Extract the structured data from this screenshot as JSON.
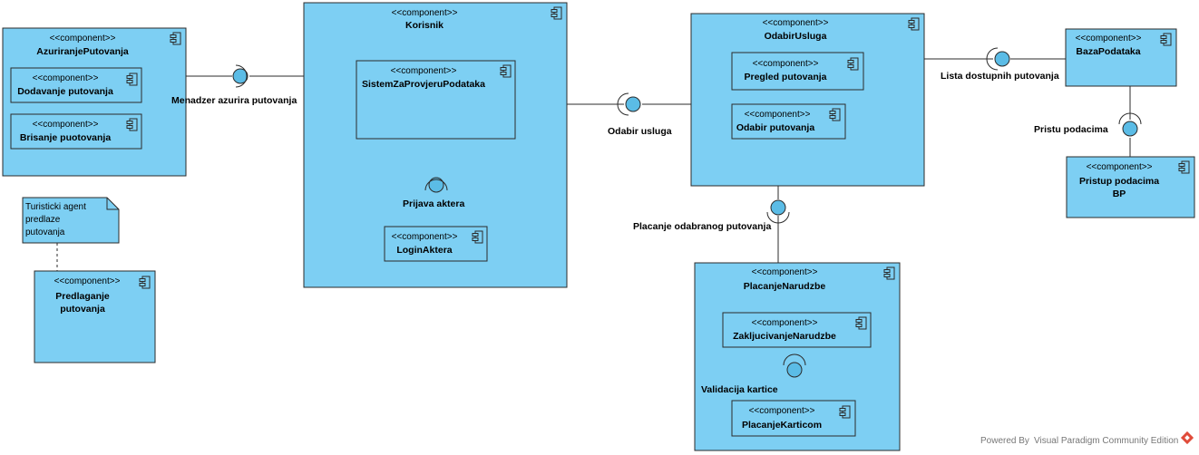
{
  "stereotype": "<<component>>",
  "components": {
    "azuriranje": "AzuriranjePutovanja",
    "dodavanje": "Dodavanje putovanja",
    "brisanje": "Brisanje puotovanja",
    "korisnik": "Korisnik",
    "sistem": "SistemZaProvjeruPodataka",
    "login": "LoginAktera",
    "odabir_usluga": "OdabirUsluga",
    "pregled": "Pregled putovanja",
    "odabir_putovanja": "Odabir putovanja",
    "baza": "BazaPodataka",
    "pristup_line1": "Pristup podacima",
    "pristup_line2": "BP",
    "placanje_narudzbe": "PlacanjeNarudzbe",
    "zakljucivanje": "ZakljucivanjeNarudzbe",
    "placanje_karticom": "PlacanjeKarticom",
    "predlaganje_line1": "Predlaganje",
    "predlaganje_line2": "putovanja"
  },
  "interfaces": {
    "menadzer": "Menadzer azurira putovanja",
    "prijava": "Prijava aktera",
    "odabir": "Odabir usluga",
    "lista": "Lista dostupnih putovanja",
    "pristu": "Pristu podacima",
    "placanje": "Placanje odabranog putovanja",
    "validacija": "Validacija kartice"
  },
  "note": {
    "line1": "Turisticki agent",
    "line2": "predlaze",
    "line3": "putovanja"
  },
  "footer": {
    "powered": "Powered By",
    "edition": "Visual Paradigm Community Edition"
  },
  "colors": {
    "component_fill": "#7dcff3",
    "stroke": "#2b2b2b",
    "interface_fill": "#5bbce6",
    "brand": "#e04b3a"
  }
}
